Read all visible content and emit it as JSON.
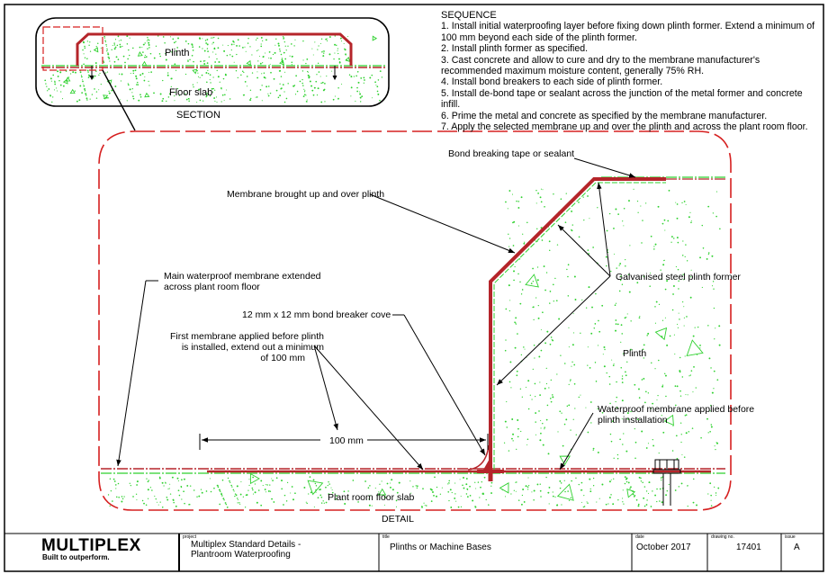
{
  "sequence": {
    "heading": "SEQUENCE",
    "steps": [
      "1. Install initial waterproofing layer before fixing down plinth former. Extend a minimum of 100 mm beyond each side of the plinth former.",
      "2. Install plinth former as specified.",
      "3. Cast concrete and allow to cure and dry to the membrane manufacturer's recommended maximum moisture content, generally 75% RH.",
      "4. Install bond breakers to each side of plinth former.",
      "5. Install de-bond tape or sealant across the junction of the metal former and concrete infill.",
      "6. Prime the metal and concrete as specified by the membrane manufacturer.",
      "7. Apply the selected membrane up and over the plinth and across the plant room floor."
    ]
  },
  "section": {
    "plinth_label": "Plinth",
    "slab_label": "Floor slab",
    "caption": "SECTION"
  },
  "detail": {
    "caption": "DETAIL",
    "labels": {
      "bond_tape": "Bond breaking tape or sealant",
      "membrane_over": "Membrane brought up and over plinth",
      "main_membrane_1": "Main waterproof membrane extended",
      "main_membrane_2": "across plant room floor",
      "galvanised": "Galvanised steel plinth former",
      "cove": "12 mm x 12 mm bond breaker cove",
      "first_1": "First membrane applied before plinth",
      "first_2": "is installed, extend out a minimum",
      "first_3": "of 100 mm",
      "plinth": "Plinth",
      "dimension": "100 mm",
      "wp_applied_1": "Waterproof membrane applied before",
      "wp_applied_2": "plinth installation",
      "floor_slab": "Plant room floor slab"
    }
  },
  "title_block": {
    "company": "MULTIPLEX",
    "tagline": "Built to outperform.",
    "project_label": "project",
    "project_1": "Multiplex Standard Details -",
    "project_2": "Plantroom Waterproofing",
    "title_label": "title",
    "title": "Plinths or Machine Bases",
    "date_label": "date",
    "date": "October 2017",
    "drawing_label": "drawing no.",
    "drawing_no": "17401",
    "issue_label": "issue",
    "issue": "A"
  },
  "colors": {
    "membrane": "#b5252a",
    "hatch": "#2fd12f",
    "dash": "#d62020"
  }
}
